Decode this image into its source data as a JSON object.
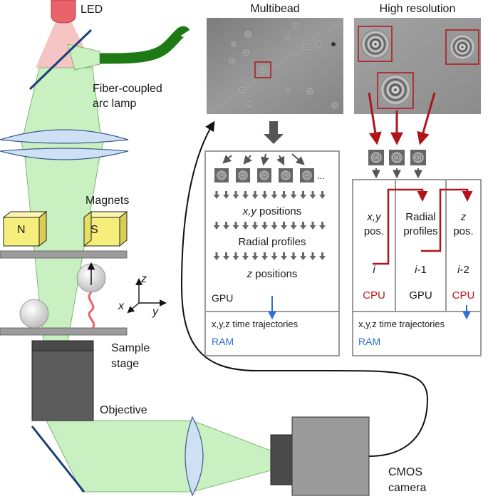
{
  "labels": {
    "led": "LED",
    "fiber_lamp_line1": "Fiber-coupled",
    "fiber_lamp_line2": "arc lamp",
    "magnets": "Magnets",
    "magnet_n": "N",
    "magnet_s": "S",
    "axis_z": "z",
    "axis_x": "x",
    "axis_y": "y",
    "sample_stage_line1": "Sample",
    "sample_stage_line2": "stage",
    "objective": "Objective",
    "camera_line1": "CMOS",
    "camera_line2": "camera"
  },
  "multibead": {
    "title": "Multibead",
    "ellipsis": "...",
    "xy_positions_part1": "x,y",
    "xy_positions_part2": " positions",
    "radial_profiles": "Radial profiles",
    "z_positions_part1": "z",
    "z_positions_part2": " positions",
    "processor": "GPU",
    "trajectories": "x,y,z time trajectories",
    "memory": "RAM"
  },
  "high_resolution": {
    "title": "High resolution",
    "col1_line1": "x,y",
    "col1_line2": "pos.",
    "col1_index": "i",
    "col1_processor": "CPU",
    "col2_line1": "Radial",
    "col2_line2": "profiles",
    "col2_index_a": "i",
    "col2_index_b": "-1",
    "col2_processor": "GPU",
    "col3_line1": "z",
    "col3_line2": "pos.",
    "col3_index_a": "i",
    "col3_index_b": "-2",
    "col3_processor": "CPU",
    "trajectories": "x,y,z time trajectories",
    "memory": "RAM"
  },
  "colors": {
    "light_green": "#c8f0c0",
    "fiber_green": "#1e7a14",
    "led_red": "#e8646a",
    "magnet_yellow": "#f6ee7c",
    "lens_blue": "#cfe0f4",
    "cpu_red": "#c0161c",
    "ram_blue": "#2f6fd6",
    "dark_gray": "#555555"
  }
}
